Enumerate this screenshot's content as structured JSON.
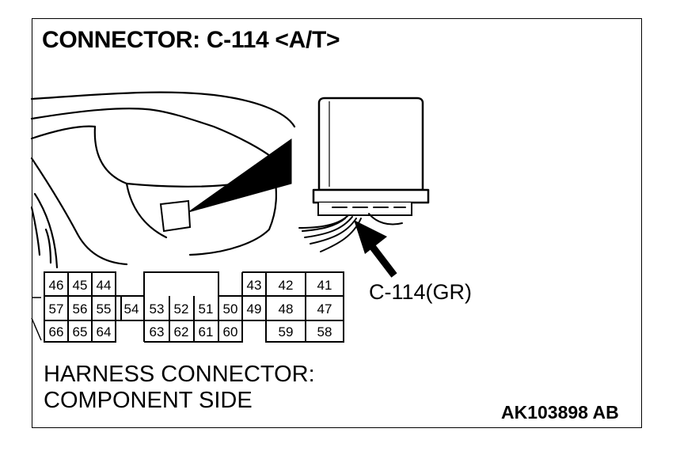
{
  "title": "CONNECTOR: C-114 <A/T>",
  "connector_label": "C-114(GR)",
  "caption": {
    "line1": "HARNESS CONNECTOR:",
    "line2": "COMPONENT SIDE"
  },
  "figure_code": "AK103898 AB",
  "pins": {
    "row1_left": [
      "46",
      "45",
      "44"
    ],
    "row1_right": [
      "43",
      "42",
      "41"
    ],
    "row2": [
      "57",
      "56",
      "55",
      "54",
      "53",
      "52",
      "51",
      "50",
      "49",
      "48",
      "47"
    ],
    "row3_left": [
      "66",
      "65",
      "64"
    ],
    "row3_mid": [
      "63",
      "62",
      "61",
      "60"
    ],
    "row3_right": [
      "59",
      "58"
    ]
  }
}
